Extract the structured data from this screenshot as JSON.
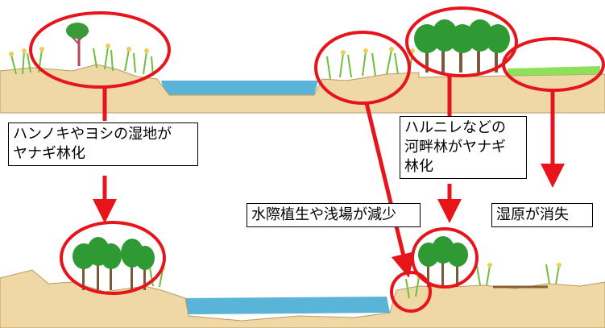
{
  "colors": {
    "ground": "#efd8a6",
    "ground_edge": "#b89a62",
    "water": "#5ab4d8",
    "highlight": "#e8141c",
    "reed": "#6fbf3a",
    "reed_head": "#e7d15a",
    "tree": "#2f9a34",
    "trunk": "#7a5a3a",
    "wetland": "#8ee05a"
  },
  "labels": {
    "alder_reed": "ハンノキやヨシの湿地が\nヤナギ林化",
    "elm_forest": "ハルニレなどの\n河畔林がヤナギ\n林化",
    "waterside": "水際植生や浅場が減少",
    "wetland_loss": "湿原が消失"
  }
}
